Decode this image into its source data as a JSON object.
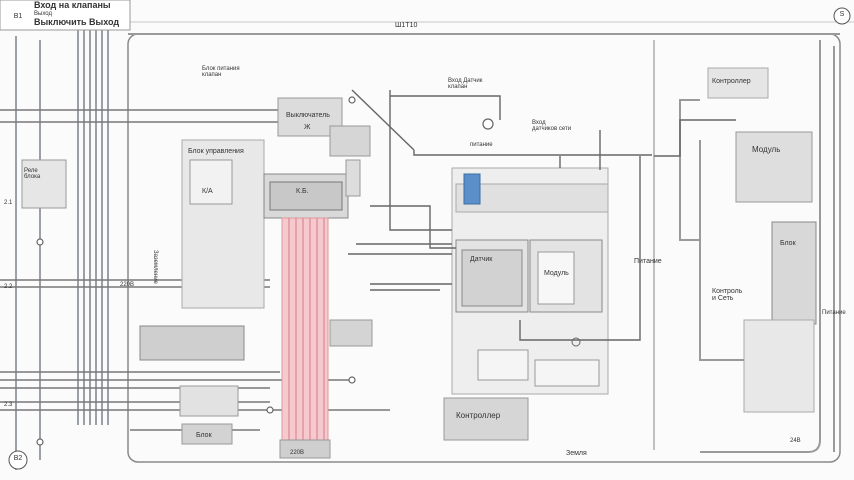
{
  "header": {
    "title_line1": "Вход на клапаны",
    "title_line2": "Выход",
    "title_line3": "Выключить Выход",
    "top_bus_label": "Ш1Т10",
    "corner_left_top": "B1",
    "corner_left_bottom": "B2",
    "corner_right_top": "S"
  },
  "blocks": {
    "relay_left": "Реле\nблока",
    "block_left": "Блок\nуправления",
    "block_left_inner": "К/А",
    "switch_box": "Выключатель",
    "switch_box_inner": "Ж",
    "terminal_top": "К.Б.",
    "center_sensor": "Датчик",
    "module_label": "Модуль",
    "bottom_box": "Контроллер",
    "right_top": "Контроллер",
    "right_mid": "Модуль",
    "right_block": "Блок",
    "bottom_left_block": "Блок",
    "feed_label": "Питание",
    "right_vertical": "Питание",
    "right_lower": "Контроль\nи Сеть"
  },
  "labels": {
    "top_left_note": "Блок питания\nклапан",
    "sensor_note": "Вход Датчик\nклапан",
    "center_note": "Вход\nдатчиков сети",
    "center_small": "питание",
    "vertical_left": "Заземление",
    "bottom_center": "Земля",
    "bottom_label_mid": "220В",
    "side_label_left1": "2.1",
    "side_label_left2": "2.2",
    "side_label_left3": "2.3",
    "side_label_right": "220В",
    "right_bottom_small": "24В"
  }
}
